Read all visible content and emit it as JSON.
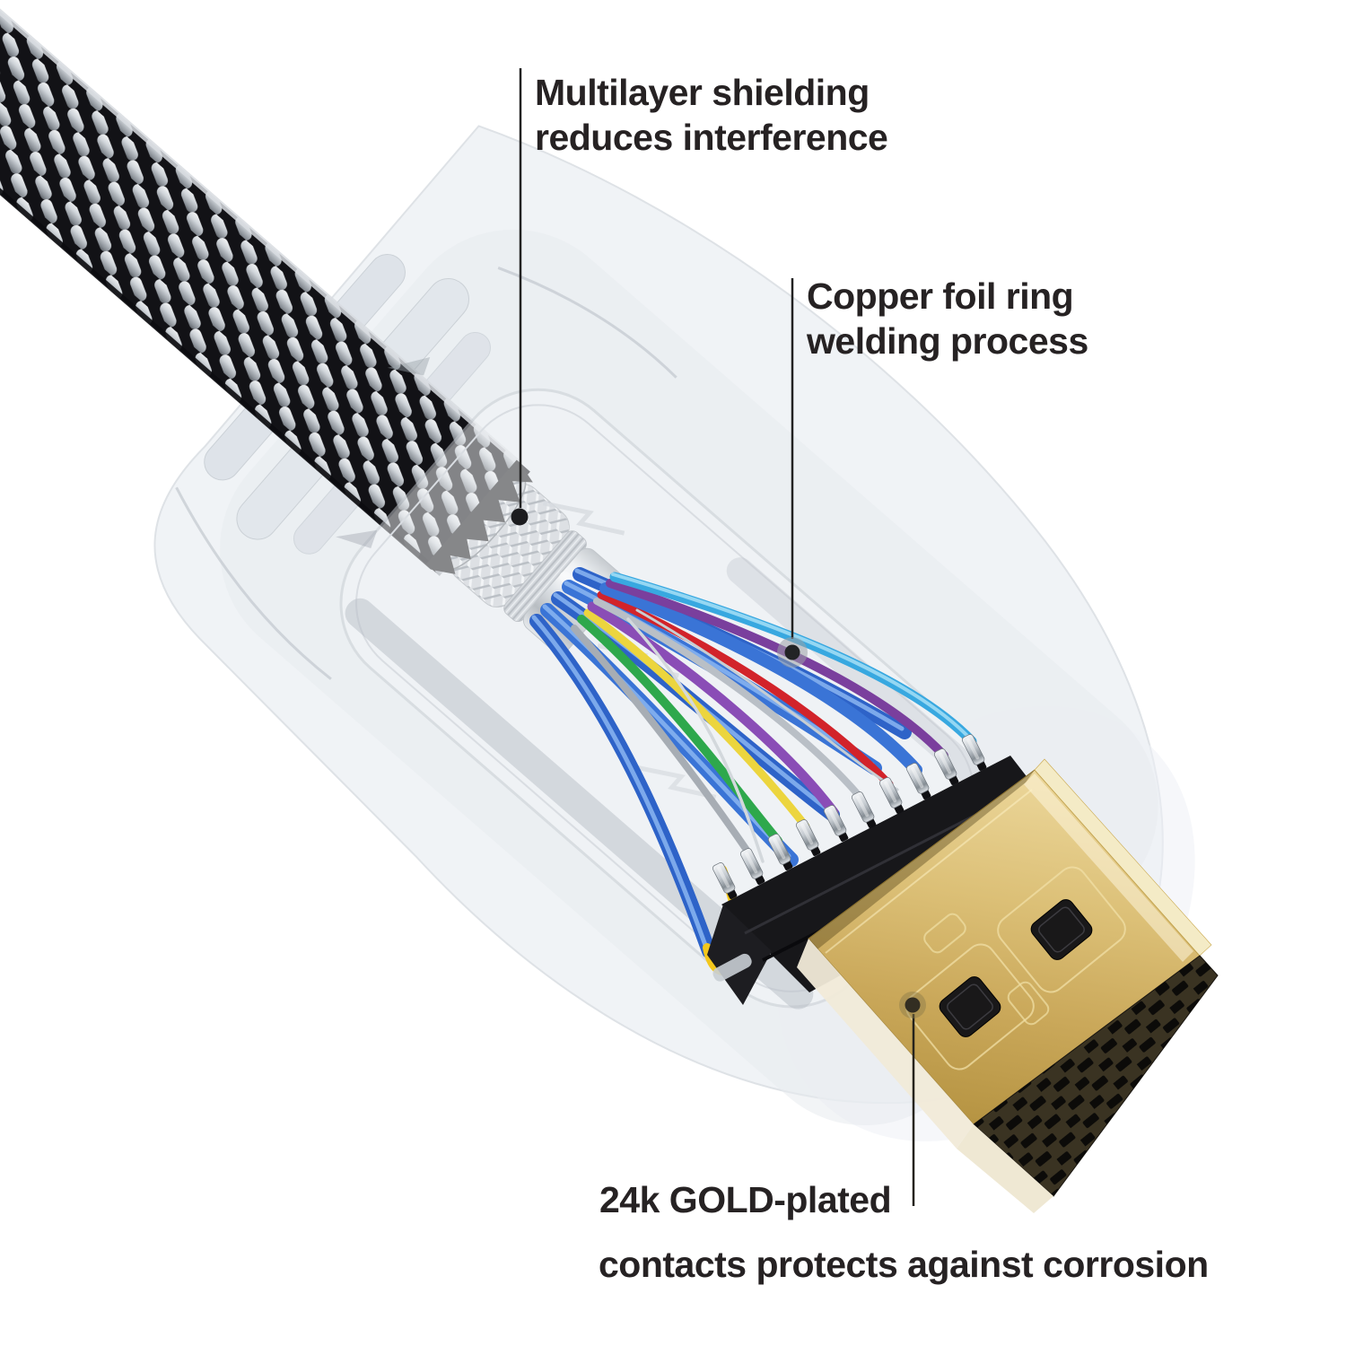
{
  "figure": {
    "kind": "product-callout-diagram",
    "subject": "HDMI cable cutaway with braided jacket, shielding layers and gold-plated connector",
    "background": "#ffffff"
  },
  "callouts": {
    "shielding": {
      "line1": "Multilayer shielding",
      "line2": "reduces interference"
    },
    "copper_ring": {
      "line1": "Copper foil ring",
      "line2": "welding process"
    },
    "gold_contacts": {
      "line1": "24k GOLD-plated",
      "line2": "contacts protects against corrosion"
    }
  },
  "colors": {
    "text": "#262223",
    "leader_line": "#222222",
    "braid_black": "#121216",
    "braid_silver": "#cfd4d9",
    "shield_mesh": "#c6cbd1",
    "ferrule_chrome": "#e8ecef",
    "ghost_shell": "#eef1f5",
    "connector_black": "#17171a",
    "gold": "#d4b569",
    "gold_dark": "#b3913f",
    "wire_blue": "#3a74d6",
    "wire_light_blue": "#38a8e0",
    "wire_red": "#d2232a",
    "wire_purple": "#8a4db6",
    "wire_green": "#2ea84c",
    "wire_yellow": "#f3c71c",
    "wire_gray": "#a7adb4"
  }
}
